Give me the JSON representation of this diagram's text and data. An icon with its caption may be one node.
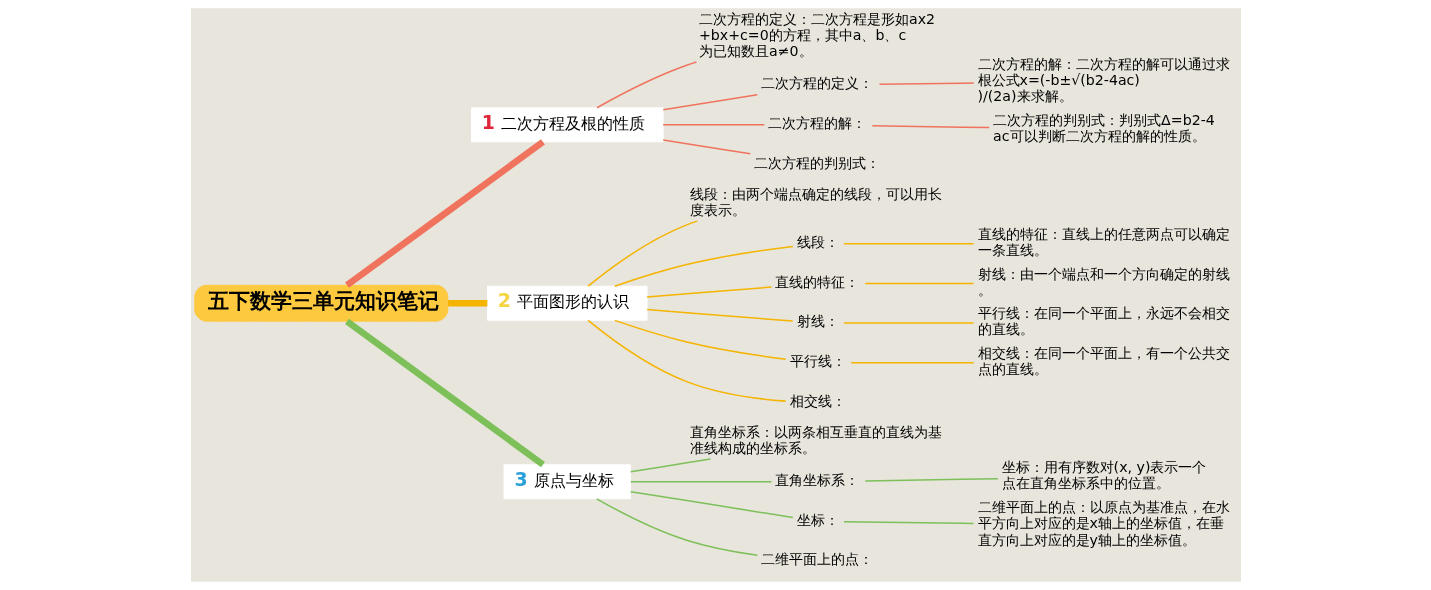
{
  "diagram": {
    "nodes": [
      {
        "text": [
          "五下数学三单元知识笔记"
        ]
      },
      {
        "text": [
          "1",
          "二次方程及根的性质"
        ]
      },
      {
        "text": [
          "二次方程的定义：二次方程是形如ax2+bx+c=0的方程，其中a、b、c为已知数且a≠0。"
        ]
      },
      {
        "text": [
          "二次方程的定义："
        ]
      },
      {
        "text": [
          "二次方程的解：二次方程的解可以通过求根公式x=(-b±√(b2-4ac))/(2a)来求解。"
        ]
      },
      {
        "text": [
          "二次方程的解："
        ]
      },
      {
        "text": [
          "二次方程的判别式：判别式Δ=b2-4ac可以判断二次方程的解的性质。"
        ]
      },
      {
        "text": [
          "二次方程的判别式："
        ]
      },
      {
        "text": [
          "2",
          "平面图形的认识"
        ]
      },
      {
        "text": [
          "线段：由两个端点确定的线段，可以用长度表示。"
        ]
      },
      {
        "text": [
          "线段："
        ]
      },
      {
        "text": [
          "直线的特征：直线上的任意两点可以确定一条直线。"
        ]
      },
      {
        "text": [
          "直线的特征："
        ]
      },
      {
        "text": [
          "射线：由一个端点和一个方向确定的射线。"
        ]
      },
      {
        "text": [
          "射线："
        ]
      },
      {
        "text": [
          "平行线：在同一个平面上，永远不会相交的直线。"
        ]
      },
      {
        "text": [
          "平行线："
        ]
      },
      {
        "text": [
          "相交线：在同一个平面上，有一个公共交点的直线。"
        ]
      },
      {
        "text": [
          "相交线："
        ]
      },
      {
        "text": [
          "3",
          "原点与坐标"
        ]
      },
      {
        "text": [
          "直角坐标系：以两条相互垂直的直线为基准线构成的坐标系。"
        ]
      },
      {
        "text": [
          "直角坐标系："
        ]
      },
      {
        "text": [
          "坐标：用有序数对(x, y)表示一个点在直角坐标系中的位置。"
        ]
      },
      {
        "text": [
          "坐标："
        ]
      },
      {
        "text": [
          "二维平面上的点：以原点为基准点，在水平方向上对应的是x轴上的坐标值，在垂直方向上对应的是y轴上的坐标值。"
        ]
      },
      {
        "text": [
          "二维平面上的点："
        ]
      }
    ],
    "edges": [
      {
        "from": 0,
        "to": 1,
        "arrow": "none",
        "style": "thick",
        "color": "#f0735e"
      },
      {
        "from": 0,
        "to": 8,
        "arrow": "none",
        "style": "thick",
        "color": "#f5b400"
      },
      {
        "from": 0,
        "to": 19,
        "arrow": "none",
        "style": "thick",
        "color": "#7dc05a"
      },
      {
        "from": 1,
        "to": 2,
        "arrow": "none",
        "color": "#f0735e"
      },
      {
        "from": 1,
        "to": 3,
        "arrow": "none",
        "color": "#f0735e"
      },
      {
        "from": 1,
        "to": 5,
        "arrow": "none",
        "color": "#f0735e"
      },
      {
        "from": 1,
        "to": 7,
        "arrow": "none",
        "color": "#f0735e"
      },
      {
        "from": 3,
        "to": 4,
        "arrow": "none",
        "color": "#f0735e"
      },
      {
        "from": 5,
        "to": 6,
        "arrow": "none",
        "color": "#f0735e"
      },
      {
        "from": 8,
        "to": 9,
        "arrow": "none",
        "color": "#f5b400"
      },
      {
        "from": 8,
        "to": 10,
        "arrow": "none",
        "color": "#f5b400"
      },
      {
        "from": 8,
        "to": 12,
        "arrow": "none",
        "color": "#f5b400"
      },
      {
        "from": 8,
        "to": 14,
        "arrow": "none",
        "color": "#f5b400"
      },
      {
        "from": 8,
        "to": 16,
        "arrow": "none",
        "color": "#f5b400"
      },
      {
        "from": 8,
        "to": 18,
        "arrow": "none",
        "color": "#f5b400"
      },
      {
        "from": 10,
        "to": 11,
        "arrow": "none",
        "color": "#f5b400"
      },
      {
        "from": 12,
        "to": 13,
        "arrow": "none",
        "color": "#f5b400"
      },
      {
        "from": 14,
        "to": 15,
        "arrow": "none",
        "color": "#f5b400"
      },
      {
        "from": 16,
        "to": 17,
        "arrow": "none",
        "color": "#f5b400"
      },
      {
        "from": 19,
        "to": 20,
        "arrow": "none",
        "color": "#7dc05a"
      },
      {
        "from": 19,
        "to": 21,
        "arrow": "none",
        "color": "#7dc05a"
      },
      {
        "from": 19,
        "to": 23,
        "arrow": "none",
        "color": "#7dc05a"
      },
      {
        "from": 19,
        "to": 25,
        "arrow": "none",
        "color": "#7dc05a"
      },
      {
        "from": 21,
        "to": 22,
        "arrow": "none",
        "color": "#7dc05a"
      },
      {
        "from": 23,
        "to": 24,
        "arrow": "none",
        "color": "#7dc05a"
      }
    ]
  }
}
